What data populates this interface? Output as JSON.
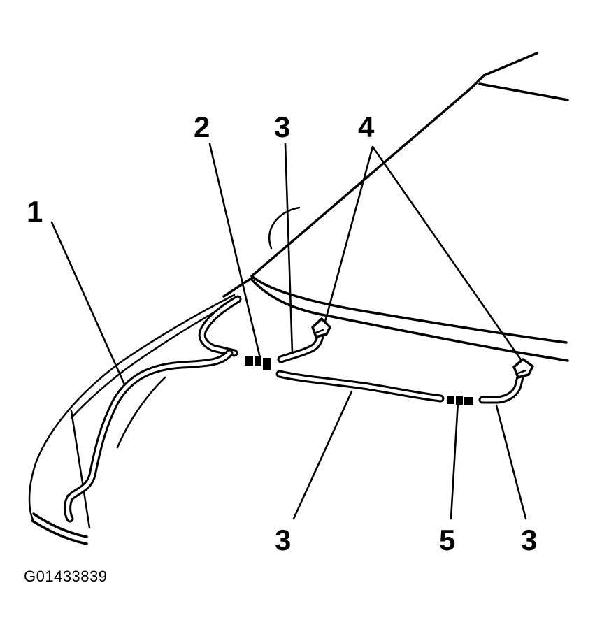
{
  "figure": {
    "id": "G01433839",
    "callouts": {
      "c1": "1",
      "c2": "2",
      "c3_top": "3",
      "c4": "4",
      "c3_bottom_left": "3",
      "c5": "5",
      "c3_bottom_right": "3"
    }
  }
}
